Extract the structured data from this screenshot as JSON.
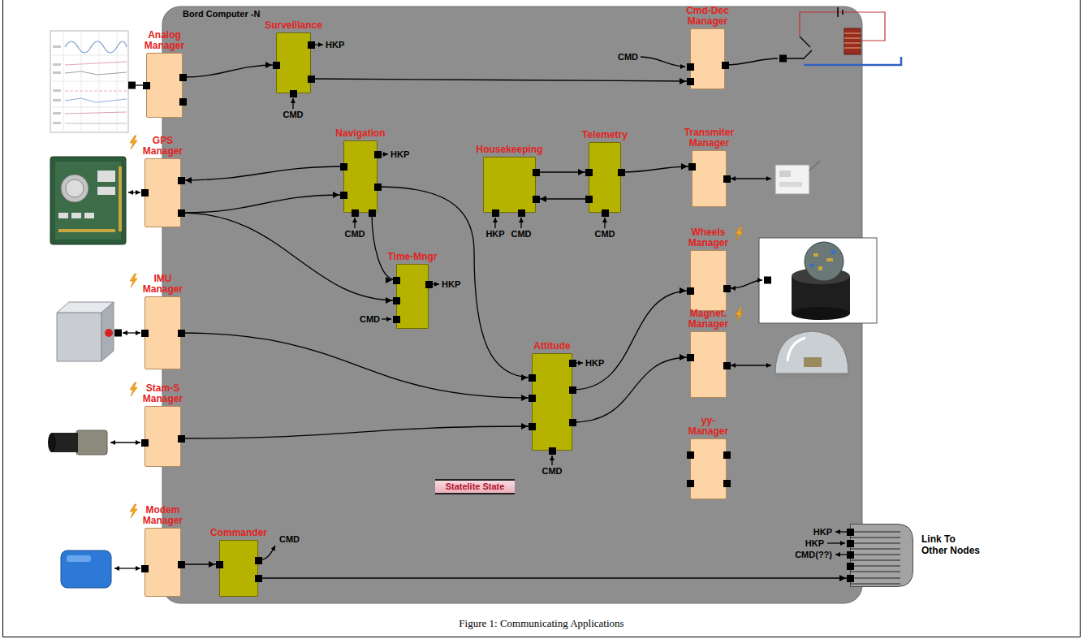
{
  "diagram": {
    "caption": "Figure 1: Communicating Applications",
    "nodes": [
      {
        "text": [
          "Bord Computer -N"
        ]
      },
      {
        "text": [
          "Analog Manager"
        ],
        "in": 0
      },
      {
        "text": [
          "Surveillance"
        ],
        "in": 0
      },
      {
        "text": [
          "Cmd-Dec Manager"
        ],
        "in": 0
      },
      {
        "text": [
          "GPS Manager"
        ],
        "in": 0
      },
      {
        "text": [
          "Navigation"
        ],
        "in": 0
      },
      {
        "text": [
          "Housekeeping"
        ],
        "in": 0
      },
      {
        "text": [
          "Telemetry"
        ],
        "in": 0
      },
      {
        "text": [
          "Transmiter Manager"
        ],
        "in": 0
      },
      {
        "text": [
          "Time-Mngr"
        ],
        "in": 0
      },
      {
        "text": [
          "Wheels Manager"
        ],
        "in": 0
      },
      {
        "text": [
          "IMU Manager"
        ],
        "in": 0
      },
      {
        "text": [
          "Magnet. Manager"
        ],
        "in": 0
      },
      {
        "text": [
          "Attitude"
        ],
        "in": 0
      },
      {
        "text": [
          "Stam-S Manager"
        ],
        "in": 0
      },
      {
        "text": [
          "yy-Manager"
        ],
        "in": 0
      },
      {
        "text": [
          "Statelite State"
        ],
        "in": 0
      },
      {
        "text": [
          "Modem Manager"
        ],
        "in": 0
      },
      {
        "text": [
          "Commander"
        ],
        "in": 0
      },
      {
        "text": [
          "Link To Other Nodes"
        ]
      }
    ],
    "edges": [
      {
        "from": 1,
        "to": 2,
        "arrow": "to"
      },
      {
        "from": 2,
        "to": 3,
        "arrow": "to"
      },
      {
        "from": 5,
        "to": 4,
        "arrow": "to"
      },
      {
        "from": 4,
        "to": 5,
        "arrow": "to"
      },
      {
        "from": 4,
        "to": 9,
        "arrow": "to"
      },
      {
        "from": 5,
        "to": 9,
        "arrow": "to"
      },
      {
        "from": 6,
        "to": 7,
        "arrow": "to"
      },
      {
        "from": 7,
        "to": 6,
        "arrow": "to"
      },
      {
        "from": 7,
        "to": 8,
        "arrow": "to"
      },
      {
        "from": 5,
        "to": 13,
        "arrow": "to"
      },
      {
        "from": 11,
        "to": 13,
        "arrow": "to"
      },
      {
        "from": 14,
        "to": 13,
        "arrow": "to"
      },
      {
        "from": 13,
        "to": 10,
        "arrow": "to"
      },
      {
        "from": 13,
        "to": 12,
        "arrow": "to"
      },
      {
        "from": 17,
        "to": 18,
        "arrow": "to"
      },
      {
        "from": 18,
        "to": 19,
        "arrow": "to"
      }
    ],
    "labels": [
      "HKP",
      "CMD",
      "CMD",
      "HKP",
      "CMD",
      "HKP",
      "CMD",
      "CMD",
      "HKP",
      "CMD",
      "HKP",
      "CMD",
      "HKP",
      "CMD",
      "HKP",
      "CMD(??)"
    ]
  }
}
